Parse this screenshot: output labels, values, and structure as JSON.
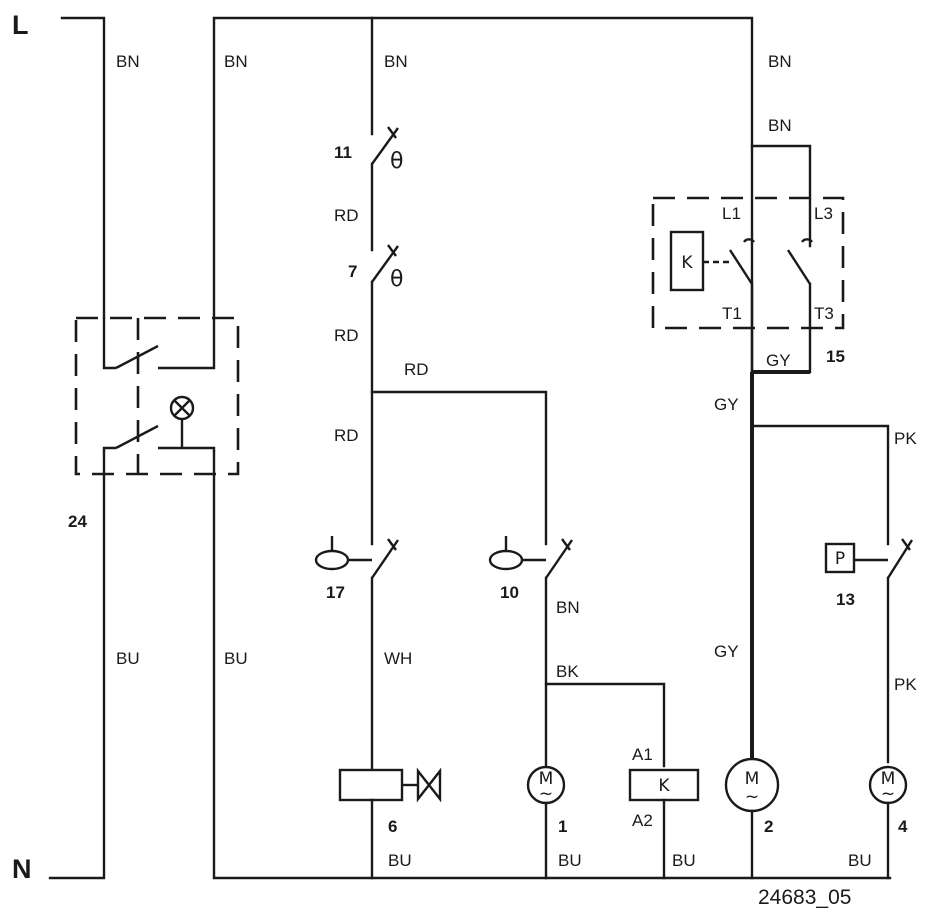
{
  "diagram": {
    "reference": "24683_05",
    "terminals": {
      "line": "L",
      "neutral": "N"
    },
    "wire_labels": {
      "bn_main_1": "BN",
      "bn_main_2": "BN",
      "bn_main_3": "BN",
      "bn_main_4": "BN",
      "bn_contactor": "BN",
      "rd_1": "RD",
      "rd_2": "RD",
      "rd_branch": "RD",
      "rd_3": "RD",
      "bn_10": "BN",
      "wh": "WH",
      "bk": "BK",
      "gy_1": "GY",
      "gy_2": "GY",
      "gy_3": "GY",
      "pk_1": "PK",
      "pk_2": "PK",
      "bu_1": "BU",
      "bu_2": "BU",
      "bu_3": "BU",
      "bu_4": "BU",
      "bu_5": "BU",
      "bu_6": "BU"
    },
    "components": {
      "c24": "24",
      "c11": "11",
      "c7": "7",
      "c17": "17",
      "c10": "10",
      "c15": "15",
      "c13": "13",
      "c6": "6",
      "c1": "1",
      "c2": "2",
      "c4": "4"
    },
    "symbols": {
      "theta": "θ",
      "motor": "M",
      "motor_ac": "~",
      "coil": "K",
      "pressure": "P"
    },
    "contactor_terminals": {
      "l1": "L1",
      "l3": "L3",
      "t1": "T1",
      "t3": "T3",
      "a1": "A1",
      "a2": "A2"
    }
  }
}
